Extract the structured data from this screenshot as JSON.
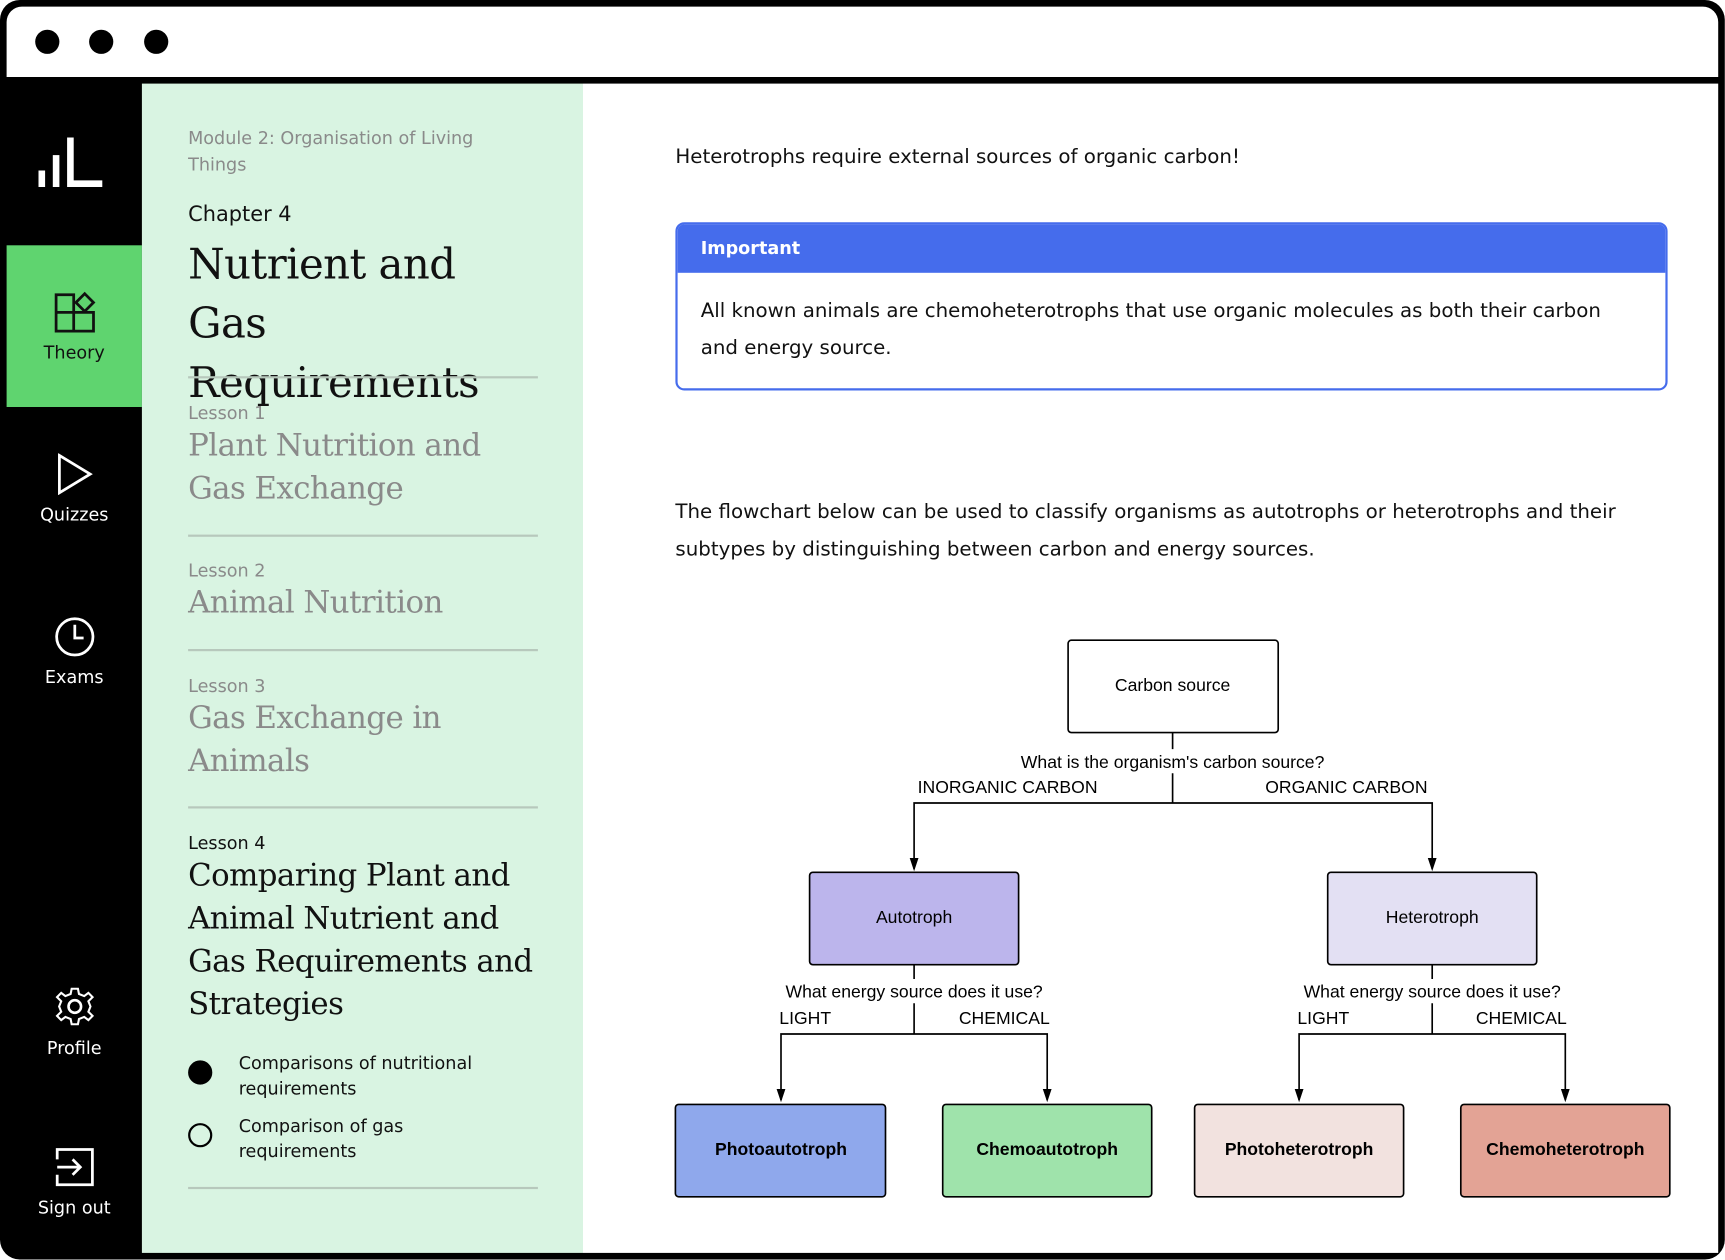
{
  "window": {
    "controls": [
      "close-dot",
      "minimize-dot",
      "maximize-dot"
    ]
  },
  "sidebar": {
    "logo": "logo-icon",
    "items": [
      {
        "label": "Theory",
        "icon": "shapes-icon",
        "active": true
      },
      {
        "label": "Quizzes",
        "icon": "play-icon"
      },
      {
        "label": "Exams",
        "icon": "clock-icon"
      },
      {
        "label": "Profile",
        "icon": "gear-icon"
      },
      {
        "label": "Sign out",
        "icon": "sign-out-icon"
      }
    ],
    "active_color": "#5fd46f"
  },
  "panel": {
    "module": "Module 2: Organisation of Living Things",
    "chapter": "Chapter 4",
    "title": "Nutrient and Gas Requirements",
    "lessons": [
      {
        "label": "Lesson 1",
        "title": "Plant Nutrition and Gas Exchange"
      },
      {
        "label": "Lesson 2",
        "title": "Animal Nutrition"
      },
      {
        "label": "Lesson 3",
        "title": "Gas Exchange in Animals"
      },
      {
        "label": "Lesson 4",
        "title": "Comparing Plant and Animal Nutrient and Gas Requirements and Strategies",
        "current": true
      }
    ],
    "subtopics": [
      {
        "label": "Comparisons of nutritional requirements",
        "selected": true
      },
      {
        "label": "Comparison of gas requirements",
        "selected": false
      }
    ],
    "background": "#d9f4e2"
  },
  "content": {
    "intro": "Heterotrophs require external sources of organic carbon!",
    "callout": {
      "heading": "Important",
      "body": "All known animals are chemoheterotrophs that use organic molecules as both their carbon and energy source.",
      "color": "#456cec"
    },
    "flow_intro": "The flowchart below can be used to classify organisms as autotrophs or heterotrophs and their subtypes by distinguishing between carbon and energy sources.",
    "flowchart": {
      "root": "Carbon source",
      "root_question": "What is the organism's carbon source?",
      "left_branch": "INORGANIC CARBON",
      "right_branch": "ORGANIC CARBON",
      "autotroph": {
        "label": "Autotroph",
        "color": "#bcb5ec"
      },
      "heterotroph": {
        "label": "Heterotroph",
        "color": "#e3e0f3"
      },
      "energy_question": "What energy source does it use?",
      "light": "LIGHT",
      "chemical": "CHEMICAL",
      "leaves": [
        {
          "label": "Photoautotroph",
          "color": "#8fa8ec"
        },
        {
          "label": "Chemoautotroph",
          "color": "#9fe3ab"
        },
        {
          "label": "Photoheterotroph",
          "color": "#f2e2df"
        },
        {
          "label": "Chemoheterotroph",
          "color": "#e3a395"
        }
      ]
    }
  }
}
